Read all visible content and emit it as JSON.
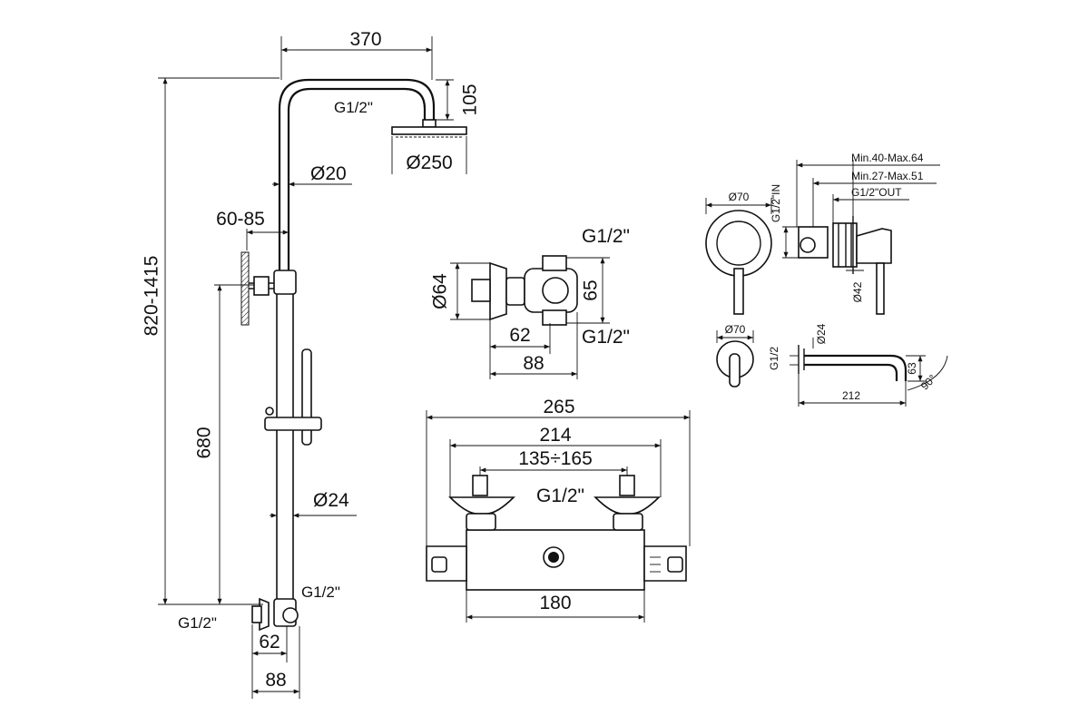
{
  "column": {
    "width_top": "370",
    "head_drop": "105",
    "top_thread": "G1/2\"",
    "head_diameter": "Ø250",
    "pipe_diameter": "Ø20",
    "wall_bracket": "60-85",
    "total_height": "820-1415",
    "slide_height": "680",
    "bar_diameter": "Ø24",
    "bottom_thread_right": "G1/2\"",
    "bottom_thread_left": "G1/2\"",
    "bottom_depth_1": "62",
    "bottom_depth_2": "88"
  },
  "connector": {
    "top_thread": "G1/2\"",
    "bottom_thread": "G1/2\"",
    "flange_diameter": "Ø64",
    "height": "65",
    "depth_1": "62",
    "depth_2": "88"
  },
  "mixer": {
    "overall": "265",
    "width": "214",
    "centers": "135÷165",
    "thread": "G1/2\"",
    "body_length": "180"
  },
  "wall_valve": {
    "min_max_1": "Min.40-Max.64",
    "min_max_2": "Min.27-Max.51",
    "out_label": "G1/2\"OUT",
    "in_label": "G1/2\"IN",
    "plate_diameter": "Ø70",
    "body_diameter": "Ø42"
  },
  "spout": {
    "plate_diameter": "Ø70",
    "thread": "G1/2",
    "pipe_diameter": "Ø24",
    "reach": "212",
    "drop": "63",
    "angle": "90°"
  }
}
